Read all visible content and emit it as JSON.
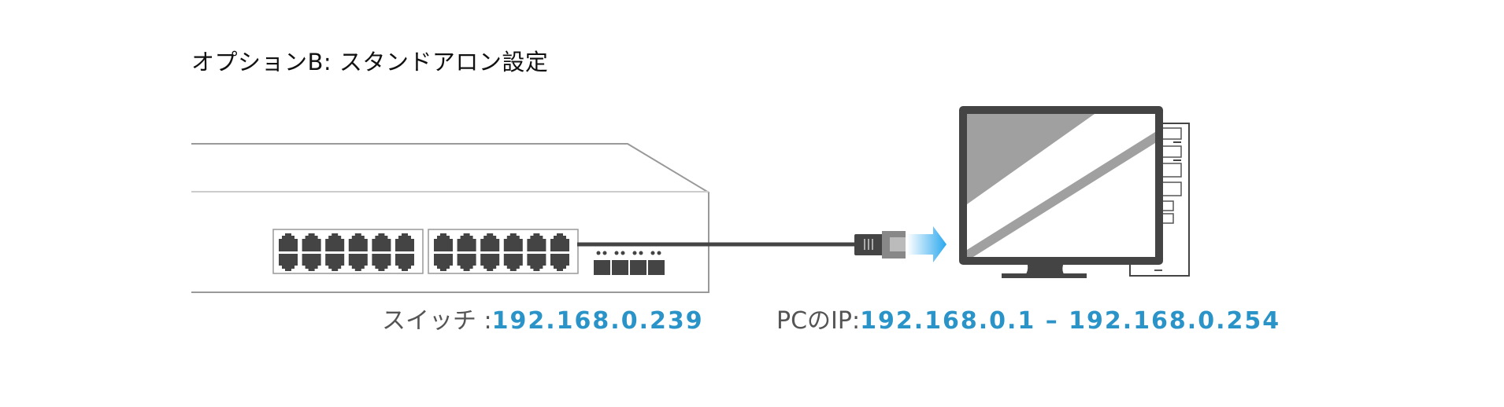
{
  "title": "オプションB: スタンドアロン設定",
  "switch": {
    "label": "スイッチ :",
    "ip": "192.168.0.239",
    "port_groups": 2,
    "ports_per_group": 12,
    "sfp_ports": 4
  },
  "pc": {
    "label": "PCのIP:",
    "ip_range": "192.168.0.1 – 192.168.0.254"
  },
  "colors": {
    "accent": "#2a93c8",
    "device": "#444444",
    "outline": "#999999",
    "arrow": "#2aa8ee"
  }
}
